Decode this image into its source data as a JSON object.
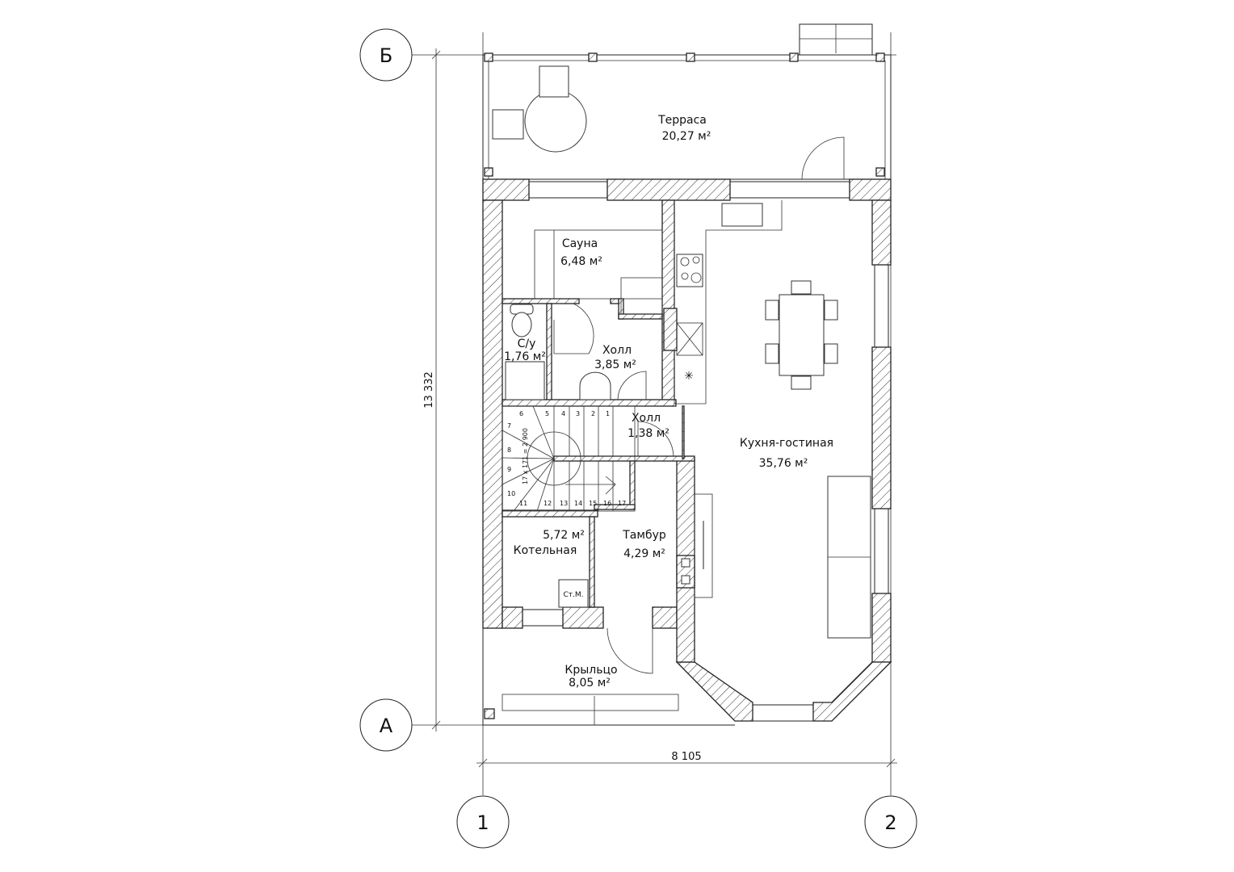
{
  "axes": {
    "top": "Б",
    "bottom": "А",
    "left": "1",
    "right": "2"
  },
  "dimensions": {
    "height": "13 332",
    "width": "8 105"
  },
  "rooms": {
    "terrace": {
      "name": "Терраса",
      "area": "20,27 м²"
    },
    "sauna": {
      "name": "Сауна",
      "area": "6,48 м²"
    },
    "wc": {
      "name": "С/у",
      "area": "1,76 м²"
    },
    "hall1": {
      "name": "Холл",
      "area": "3,85 м²"
    },
    "hall2": {
      "name": "Холл",
      "area": "1,38 м²"
    },
    "kitchen": {
      "name": "Кухня-гостиная",
      "area": "35,76 м²"
    },
    "boiler": {
      "name": "Котельная",
      "area": "5,72 м²"
    },
    "vestibule": {
      "name": "Тамбур",
      "area": "4,29 м²"
    },
    "porch": {
      "name": "Крыльцо",
      "area": "8,05 м²"
    }
  },
  "stairs": {
    "label": "17 x 171 = 2 900",
    "steps": [
      "1",
      "2",
      "3",
      "4",
      "5",
      "6",
      "7",
      "8",
      "9",
      "10",
      "11",
      "12",
      "13",
      "14",
      "15",
      "16",
      "17"
    ]
  },
  "equipment": {
    "washing_machine": "Ст.М."
  }
}
